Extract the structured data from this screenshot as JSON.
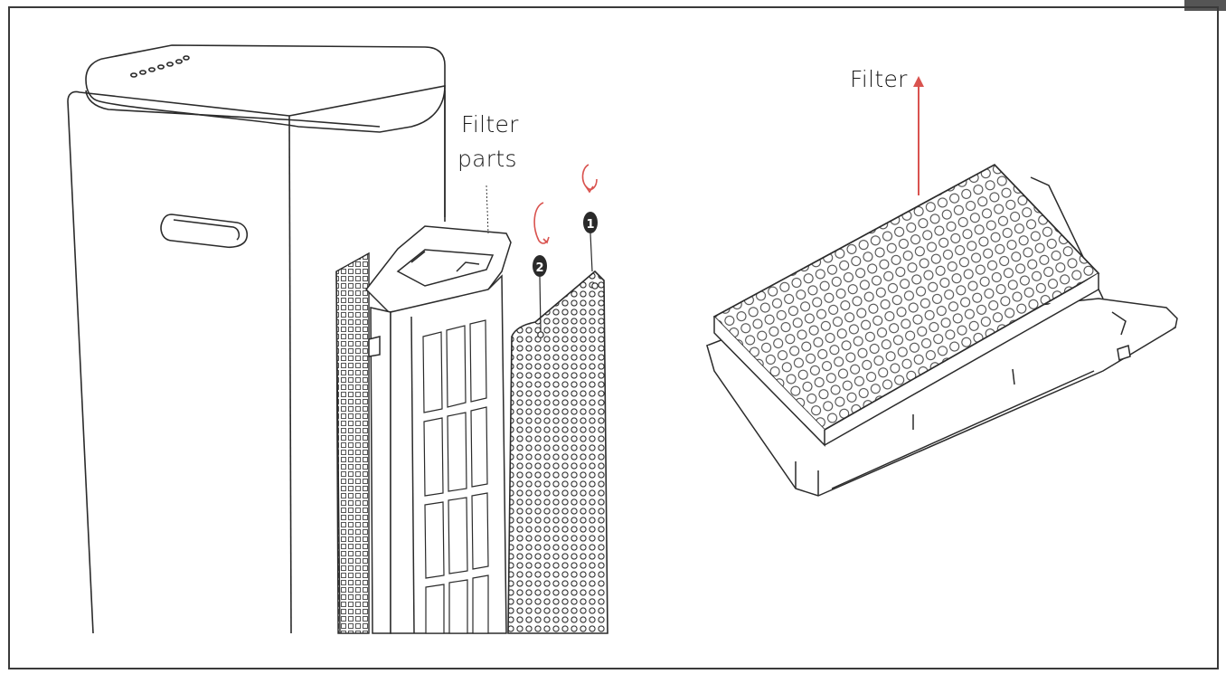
{
  "diagram": {
    "labels": {
      "filter_parts_line1": "Filter",
      "filter_parts_line2": "parts",
      "filter_right": "Filter"
    },
    "steps": [
      {
        "number": "1"
      },
      {
        "number": "2"
      }
    ],
    "colors": {
      "line": "#2b2b2b",
      "accent": "#d9534f",
      "frame": "#3a3a3a",
      "badge": "#2a2a2a"
    }
  }
}
